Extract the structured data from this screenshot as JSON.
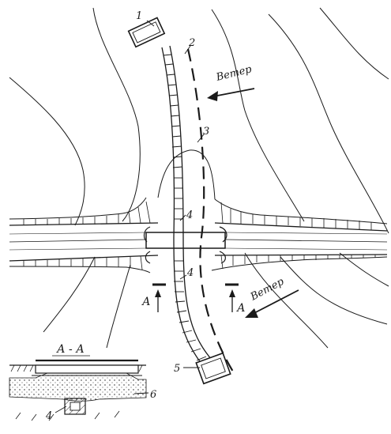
{
  "labels": {
    "n1": "1",
    "n2": "2",
    "n3": "3",
    "n4a": "4",
    "n4b": "4",
    "n5": "5",
    "n6": "6",
    "n4c": "4",
    "wind_top": "Ветер",
    "wind_bottom": "Ветер",
    "section_left": "А",
    "section_right": "А",
    "section_title": "А - А"
  },
  "colors": {
    "ink": "#1a1a1a",
    "paper": "#ffffff"
  }
}
